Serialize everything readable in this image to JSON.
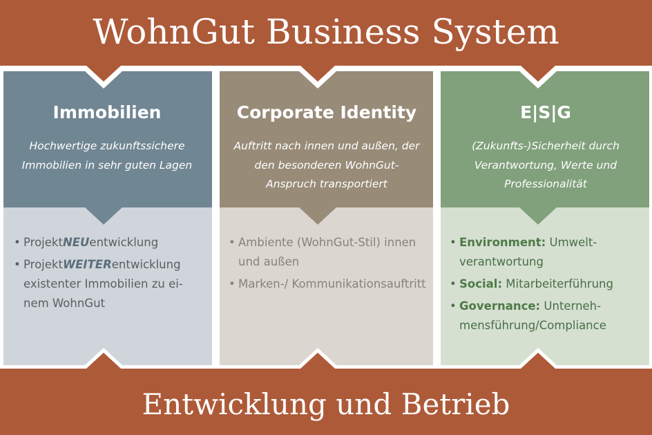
{
  "header": {
    "title": "WohnGut Business System"
  },
  "footer": {
    "title": "Entwicklung und Betrieb"
  },
  "columns": [
    {
      "title": "Immobilien",
      "description": "Hochwertige zukunftssichere Immobilien in sehr guten Lagen",
      "items": [
        {
          "prefix": "Projekt",
          "emph": "NEU",
          "suffix": "entwicklung"
        },
        {
          "prefix": "Projekt",
          "emph": "WEITER",
          "suffix": "entwicklung existenter Immobilien zu ei-nem WohnGut"
        }
      ]
    },
    {
      "title": "Corporate Identity",
      "description": "Auftritt nach innen und außen, der den besonderen WohnGut-Anspruch transportiert",
      "items": [
        {
          "text": "Ambiente (WohnGut-Stil) innen und außen"
        },
        {
          "text": "Marken-/ Kommunikationsauftritt"
        }
      ]
    },
    {
      "title": "E|S|G",
      "description": "(Zukunfts-)Sicherheit durch Verantwortung, Werte und Professionalität",
      "items": [
        {
          "label": "Environment:",
          "text": " Umwelt-verantwortung"
        },
        {
          "label": "Social:",
          "text": " Mitarbeiterführung"
        },
        {
          "label": "Governance:",
          "text": " Unterneh-mensführung/Compliance"
        }
      ]
    }
  ],
  "colors": {
    "banner": "#ad5a39",
    "col1_dark": "#718693",
    "col1_light": "#cfd5da",
    "col2_dark": "#988b78",
    "col2_light": "#dbd6d0",
    "col3_dark": "#81a07c",
    "col3_light": "#d5e0d1"
  }
}
